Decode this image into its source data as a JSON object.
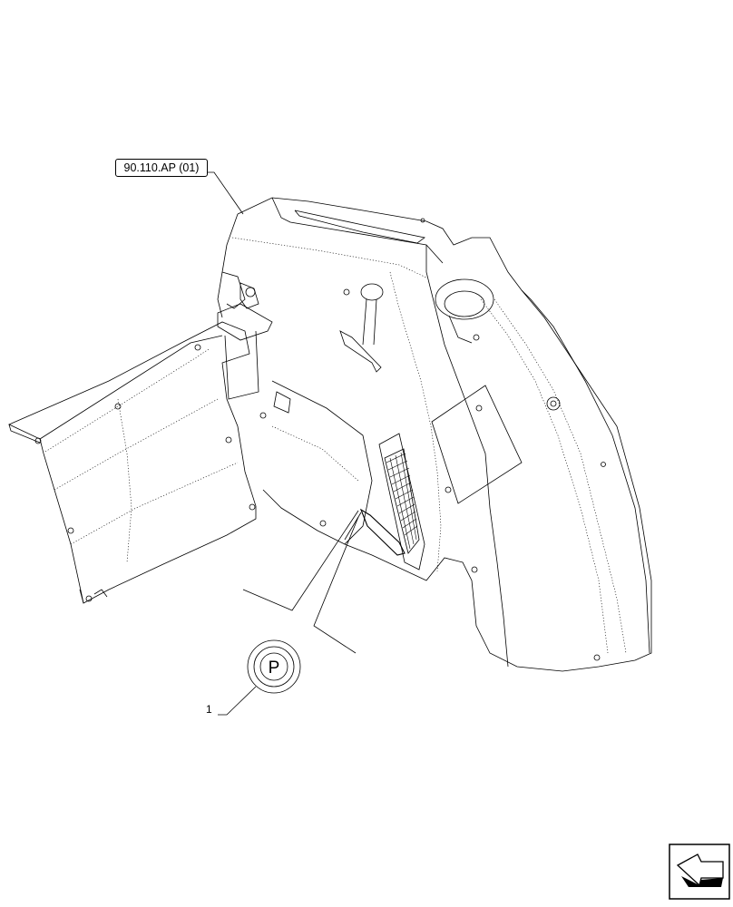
{
  "reference": {
    "label": "90.110.AP (01)"
  },
  "callouts": [
    {
      "number": "1",
      "symbol": "P"
    }
  ],
  "navigation": {
    "icon": "next-page-arrow-icon"
  }
}
